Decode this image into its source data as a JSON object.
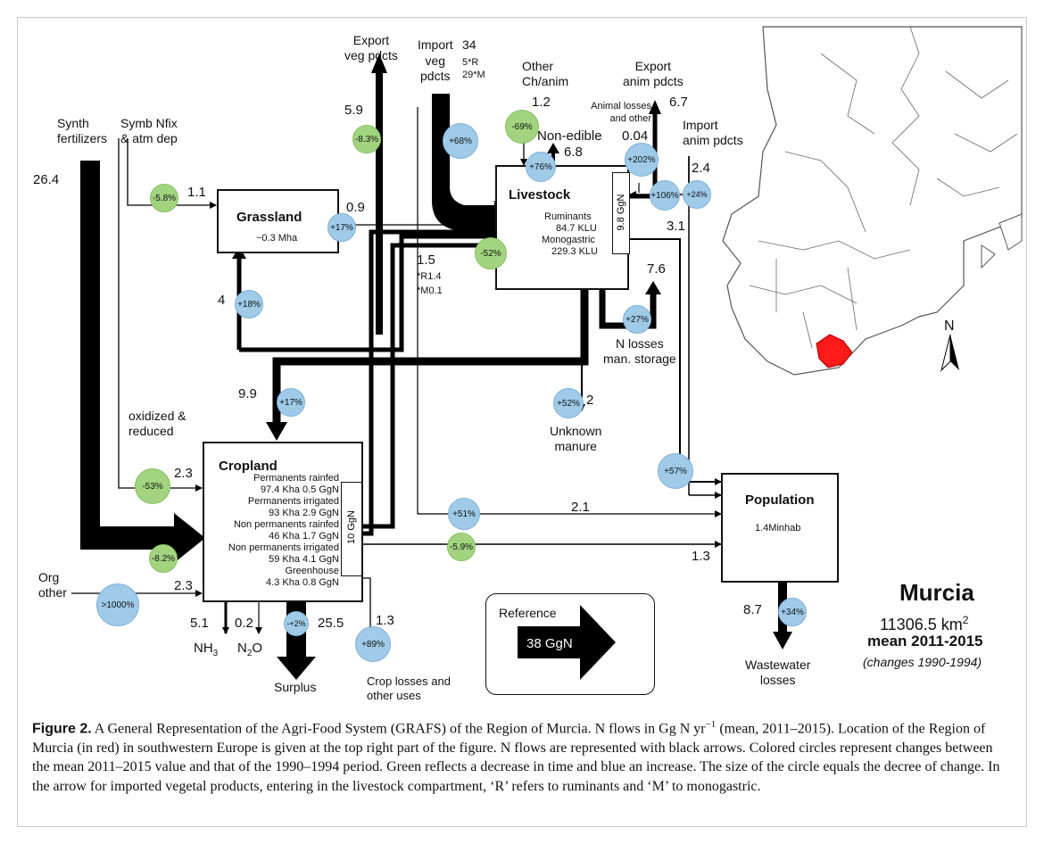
{
  "figure": {
    "nodes": {
      "grassland": {
        "title": "Grassland",
        "sub": "~0.3 Mha"
      },
      "livestock": {
        "title": "Livestock",
        "l1": "Ruminants",
        "l2": "84.7 KLU",
        "l3": "Monogastric",
        "l4": "229.3 KLU",
        "store": "9.8 GgN"
      },
      "cropland": {
        "title": "Cropland",
        "lines": [
          "Permanents rainfed",
          "97.4 Kha 0.5 GgN",
          "Permanents irrigated",
          "93 Kha 2.9 GgN",
          "Non permanents rainfed",
          "46 Kha 1.7 GgN",
          "Non permanents irrigated",
          "59 Kha 4.1 GgN",
          "Greenhouse",
          "4.3 Kha 0.8 GgN"
        ],
        "store": "10 GgN"
      },
      "population": {
        "title": "Population",
        "sub": "1.4Minhab"
      }
    },
    "labels": {
      "synth": "Synth\nfertilizers",
      "symb": "Symb Nfix\n& atm dep",
      "export_veg": "Export\nveg pdcts",
      "import_veg": "Import",
      "import_veg_val": "34",
      "import_veg2": "veg\npdcts",
      "import_r": "5*R",
      "import_m": "29*M",
      "other_ch": "Other\nCh/anim",
      "export_anim": "Export\nanim pdcts",
      "animal_losses": "Animal losses\nand other",
      "non_edible": "Non-edible",
      "import_anim": "Import\nanim pdcts",
      "oxidized": "oxidized &\nreduced",
      "org_other": "Org\nother",
      "n_losses": "N losses\nman. storage",
      "unknown_manure": "Unknown\nmanure",
      "nh3": "NH",
      "nh3_sub": "3",
      "n2o": "N",
      "n2o_sub": "2",
      "n2o_end": "O",
      "surplus": "Surplus",
      "crop_losses": "Crop losses and\nother uses",
      "wastewater": "Wastewater\nlosses",
      "r14": "*R1.4",
      "m01": "*M0.1"
    },
    "values": {
      "synth": "26.4",
      "symb": "1.1",
      "grass_out": "0.9",
      "export_veg": "5.9",
      "other_ch": "1.2",
      "animal_losses": "0.04",
      "non_edible": "6.8",
      "export_anim": "6.7",
      "import_anim": "2.4",
      "anim_to_pop": "3.1",
      "feed": "1.5",
      "grass_crop": "4",
      "manure_storage": "7.6",
      "unknown": "2",
      "manure_crop": "9.9",
      "oxidized": "2.3",
      "org": "2.3",
      "veg_pop": "2.1",
      "crop_pop": "1.3",
      "nh3": "5.1",
      "n2o": "0.2",
      "surplus": "25.5",
      "crop_losses": "1.3",
      "wastewater": "8.7"
    },
    "changes": {
      "symb": "-5.8%",
      "export_veg": "-8.3%",
      "import_veg": "+68%",
      "other_ch": "-69%",
      "livestock_in": "+76%",
      "animal_losses": "+202%",
      "export_anim": "+106%",
      "import_anim": "+24%",
      "grass_out": "+17%",
      "feed": "-52%",
      "grass_crop": "+18%",
      "manure_storage": "+27%",
      "unknown": "+52%",
      "manure_crop": "+17%",
      "oxidized": "-53%",
      "synth": "-8.2%",
      "org": ">1000%",
      "veg_pop": "+51%",
      "crop_pop": "-5.9%",
      "anim_pop": "+57%",
      "surplus": "-+2%",
      "crop_losses": "+89%",
      "wastewater": "+34%"
    },
    "reference": {
      "label": "Reference",
      "value": "38 GgN"
    },
    "region": {
      "name": "Murcia",
      "area": "11306.5 km",
      "area_sup": "2",
      "period": "mean 2011-2015",
      "changes": "(changes 1990-1994)"
    },
    "north": "N",
    "colors": {
      "increase": "#9fcbe9",
      "decrease": "#a2d47f",
      "region": "#ff1a1a",
      "arrow": "#000000"
    }
  },
  "caption": {
    "label": "Figure 2.",
    "text": " A General Representation of the Agri-Food System (GRAFS) of the Region of Murcia. N flows in Gg N yr",
    "sup": "−1",
    "text2": " (mean, 2011–2015). Location of the Region of Murcia (in red) in southwestern Europe is given at the top right part of the figure. N flows are represented with black arrows. Colored circles represent changes between the mean 2011–2015 value and that of the 1990–1994 period. Green reflects a decrease in time and blue an increase. The size of the circle equals the decree of change. In the arrow for imported vegetal products, entering in the livestock compartment, ‘R’ refers to ruminants and ‘M’ to monogastric."
  }
}
